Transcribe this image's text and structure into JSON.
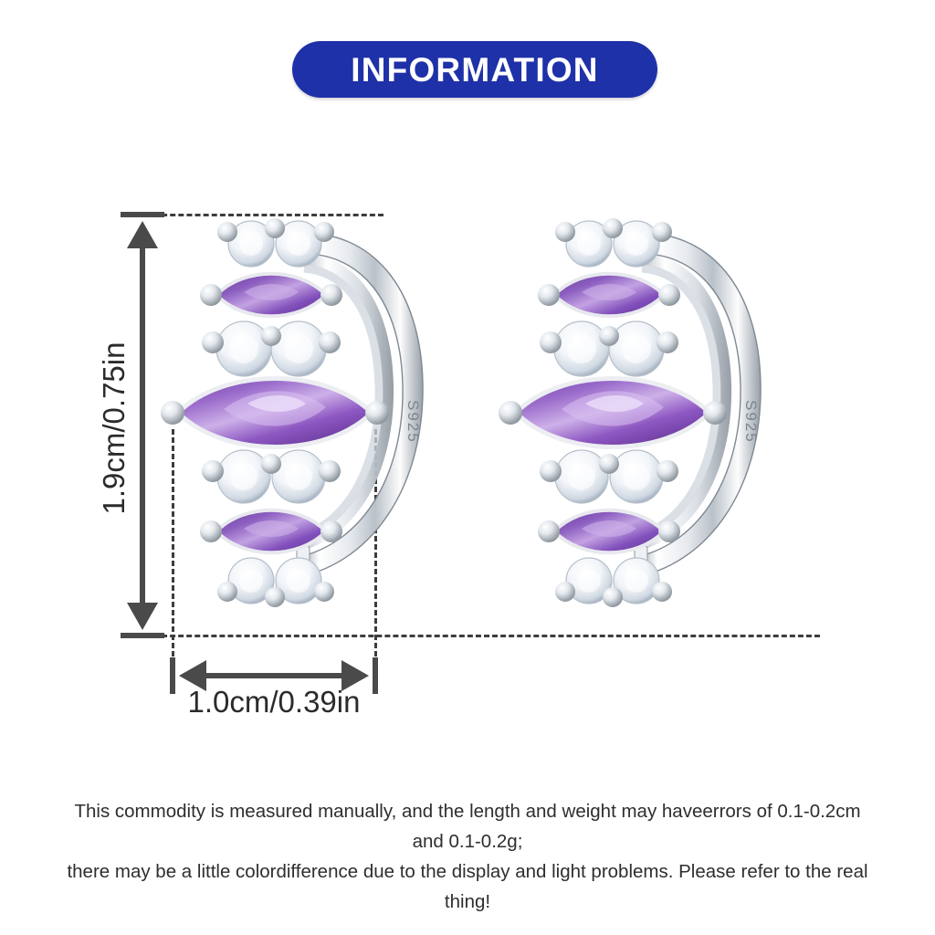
{
  "header": {
    "title": "INFORMATION",
    "background_color": "#1f31a8",
    "text_color": "#ffffff"
  },
  "product": {
    "type": "hoop-huggie-earrings",
    "material": "sterling-silver",
    "hallmark": "S925",
    "gemstones": {
      "marquise_color": "#7e4fb5",
      "marquise_highlight": "#b992dd",
      "marquise_shadow": "#5b2f90",
      "round_color": "#f6f8fb",
      "metal_color": "#d9dde2",
      "metal_highlight": "#ffffff",
      "metal_shadow": "#9aa3ad"
    },
    "stone_rows": [
      {
        "kind": "round",
        "count": 2
      },
      {
        "kind": "marquise",
        "count": 1,
        "size": "small"
      },
      {
        "kind": "round",
        "count": 2
      },
      {
        "kind": "marquise",
        "count": 1,
        "size": "large"
      },
      {
        "kind": "round",
        "count": 2
      },
      {
        "kind": "marquise",
        "count": 1,
        "size": "small"
      },
      {
        "kind": "round",
        "count": 2
      }
    ]
  },
  "dimensions": {
    "height_label": "1.9cm/0.75in",
    "width_label": "1.0cm/0.39in",
    "line_color": "#4a4a4a",
    "guide_color": "#3d3d3d"
  },
  "disclaimer": {
    "line1": "This commodity is measured manually, and the length and weight may haveerrors of 0.1-0.2cm and 0.1-0.2g;",
    "line2": "there may be a little colordifference due to the display and light problems. Please refer to the real thing!"
  }
}
